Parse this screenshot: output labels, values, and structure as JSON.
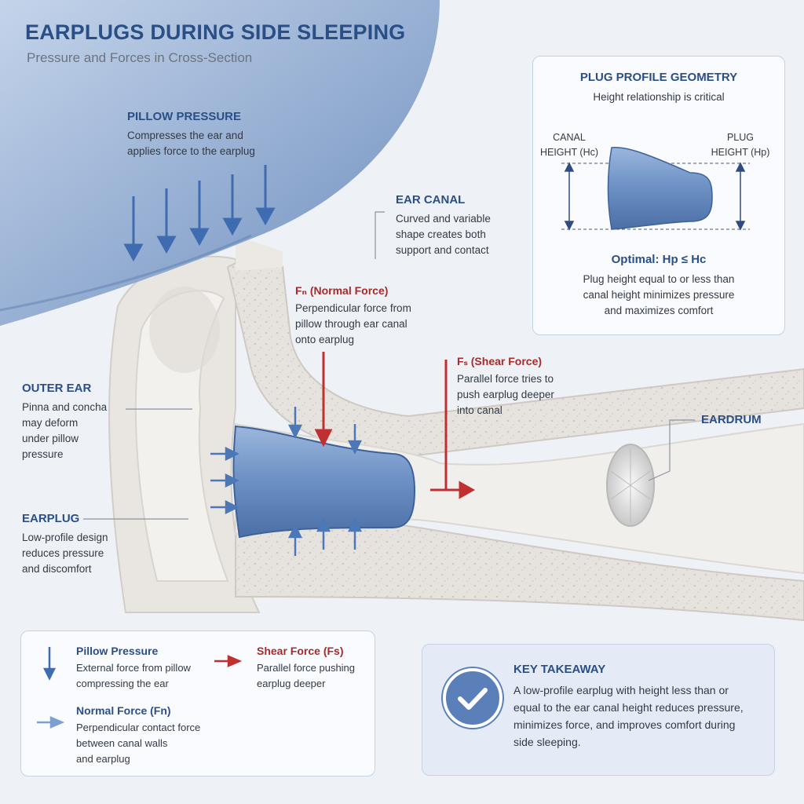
{
  "header": {
    "title": "EARPLUGS DURING SIDE SLEEPING",
    "subtitle": "Pressure and Forces in Cross-Section"
  },
  "callouts": {
    "pillow": {
      "title": "PILLOW PRESSURE",
      "text": "Compresses the ear and\napplies force to the earplug"
    },
    "canal": {
      "title": "EAR CANAL",
      "text": "Curved and variable\nshape creates both\nsupport and contact"
    },
    "normal": {
      "title": "Fₙ (Normal Force)",
      "text": "Perpendicular force from\npillow through ear canal\nonto earplug"
    },
    "shear": {
      "title": "Fₛ (Shear Force)",
      "text": "Parallel force tries to\npush earplug deeper\ninto canal"
    },
    "outer_ear": {
      "title": "OUTER EAR",
      "text": "Pinna and concha\nmay deform\nunder pillow\npressure"
    },
    "earplug": {
      "title": "EARPLUG",
      "text": "Low-profile design\nreduces pressure\nand discomfort"
    },
    "eardrum": {
      "title": "EARDRUM"
    }
  },
  "geometry_panel": {
    "title": "PLUG PROFILE GEOMETRY",
    "subtitle": "Height relationship is critical",
    "canal_label_1": "CANAL",
    "canal_label_2": "HEIGHT (Hc)",
    "plug_label_1": "PLUG",
    "plug_label_2": "HEIGHT (Hp)",
    "optimal": "Optimal:  Hp ≤ Hc",
    "text": "Plug height equal to or less than\ncanal height minimizes pressure\nand maximizes comfort"
  },
  "legend": {
    "pillow_title": "Pillow Pressure",
    "pillow_text": "External force from pillow\ncompressing the ear",
    "shear_title": "Shear Force (Fs)",
    "shear_text": "Parallel force pushing\nearplug deeper",
    "normal_title": "Normal Force (Fn)",
    "normal_text": "Perpendicular contact force\nbetween canal walls\nand earplug"
  },
  "takeaway": {
    "title": "KEY TAKEAWAY",
    "text": "A low-profile earplug with height less than or\nequal to the ear canal height reduces pressure,\nminimizes force, and improves comfort during\nside sleeping."
  },
  "colors": {
    "brand_blue": "#2a4f86",
    "plug_blue": "#6f93c6",
    "force_red": "#c03030",
    "bone": "#e4e2de"
  },
  "icons": [
    "check-icon",
    "arrow-down-icon",
    "arrow-right-icon"
  ]
}
